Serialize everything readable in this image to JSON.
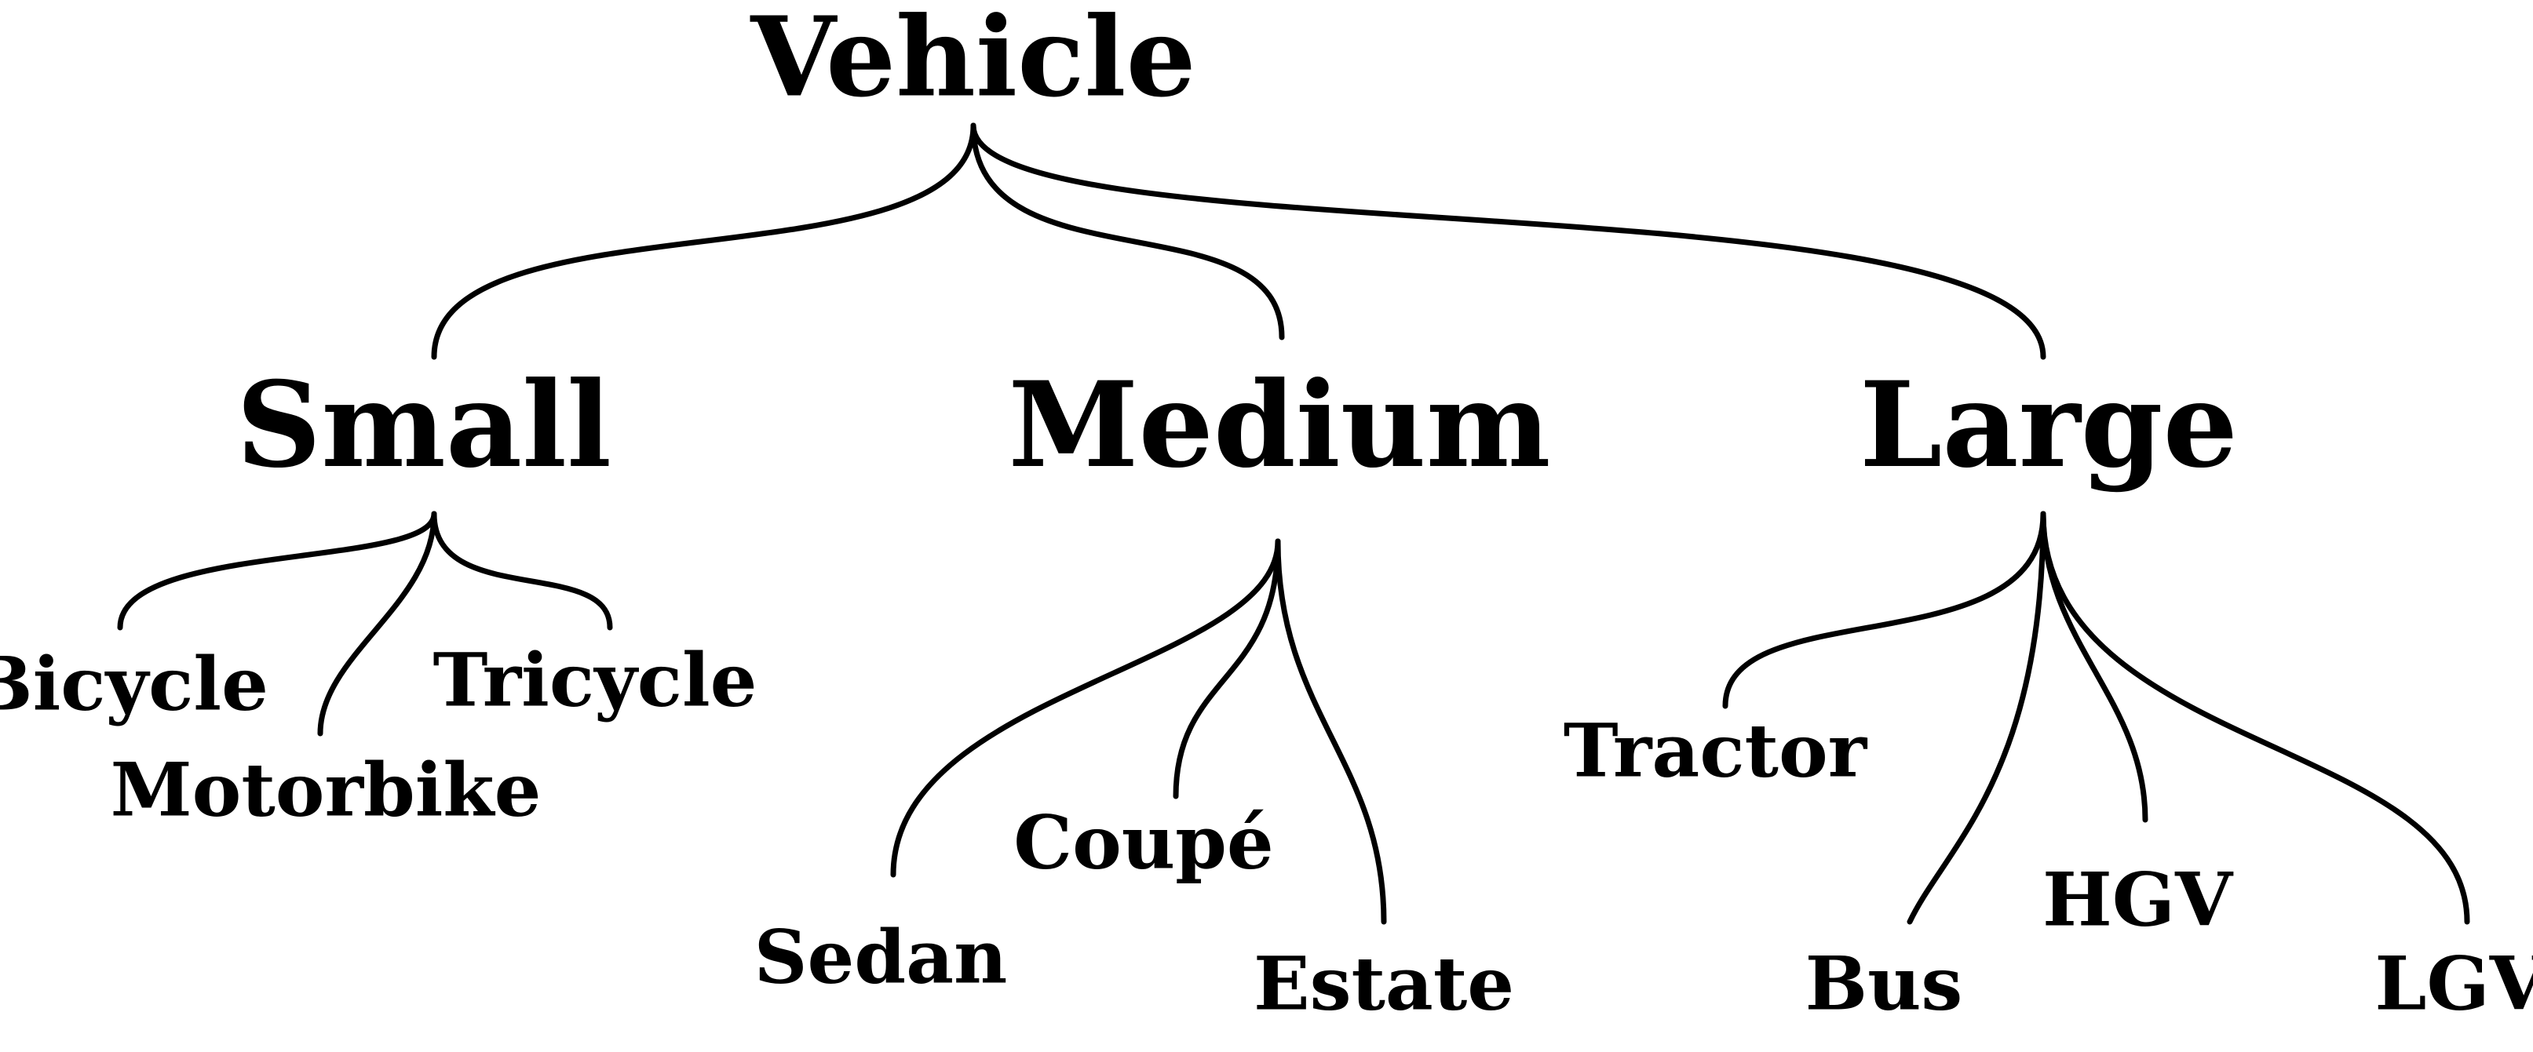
{
  "tree": {
    "root": {
      "label": "Vehicle"
    },
    "categories": [
      {
        "key": "small",
        "label": "Small",
        "children": [
          {
            "key": "bicycle",
            "label": "Bicycle"
          },
          {
            "key": "motorbike",
            "label": "Motorbike"
          },
          {
            "key": "tricycle",
            "label": "Tricycle"
          }
        ]
      },
      {
        "key": "medium",
        "label": "Medium",
        "children": [
          {
            "key": "sedan",
            "label": "Sedan"
          },
          {
            "key": "coupe",
            "label": "Coupé"
          },
          {
            "key": "estate",
            "label": "Estate"
          }
        ]
      },
      {
        "key": "large",
        "label": "Large",
        "children": [
          {
            "key": "tractor",
            "label": "Tractor"
          },
          {
            "key": "bus",
            "label": "Bus"
          },
          {
            "key": "hgv",
            "label": "HGV"
          },
          {
            "key": "lgv",
            "label": "LGV"
          }
        ]
      }
    ]
  }
}
